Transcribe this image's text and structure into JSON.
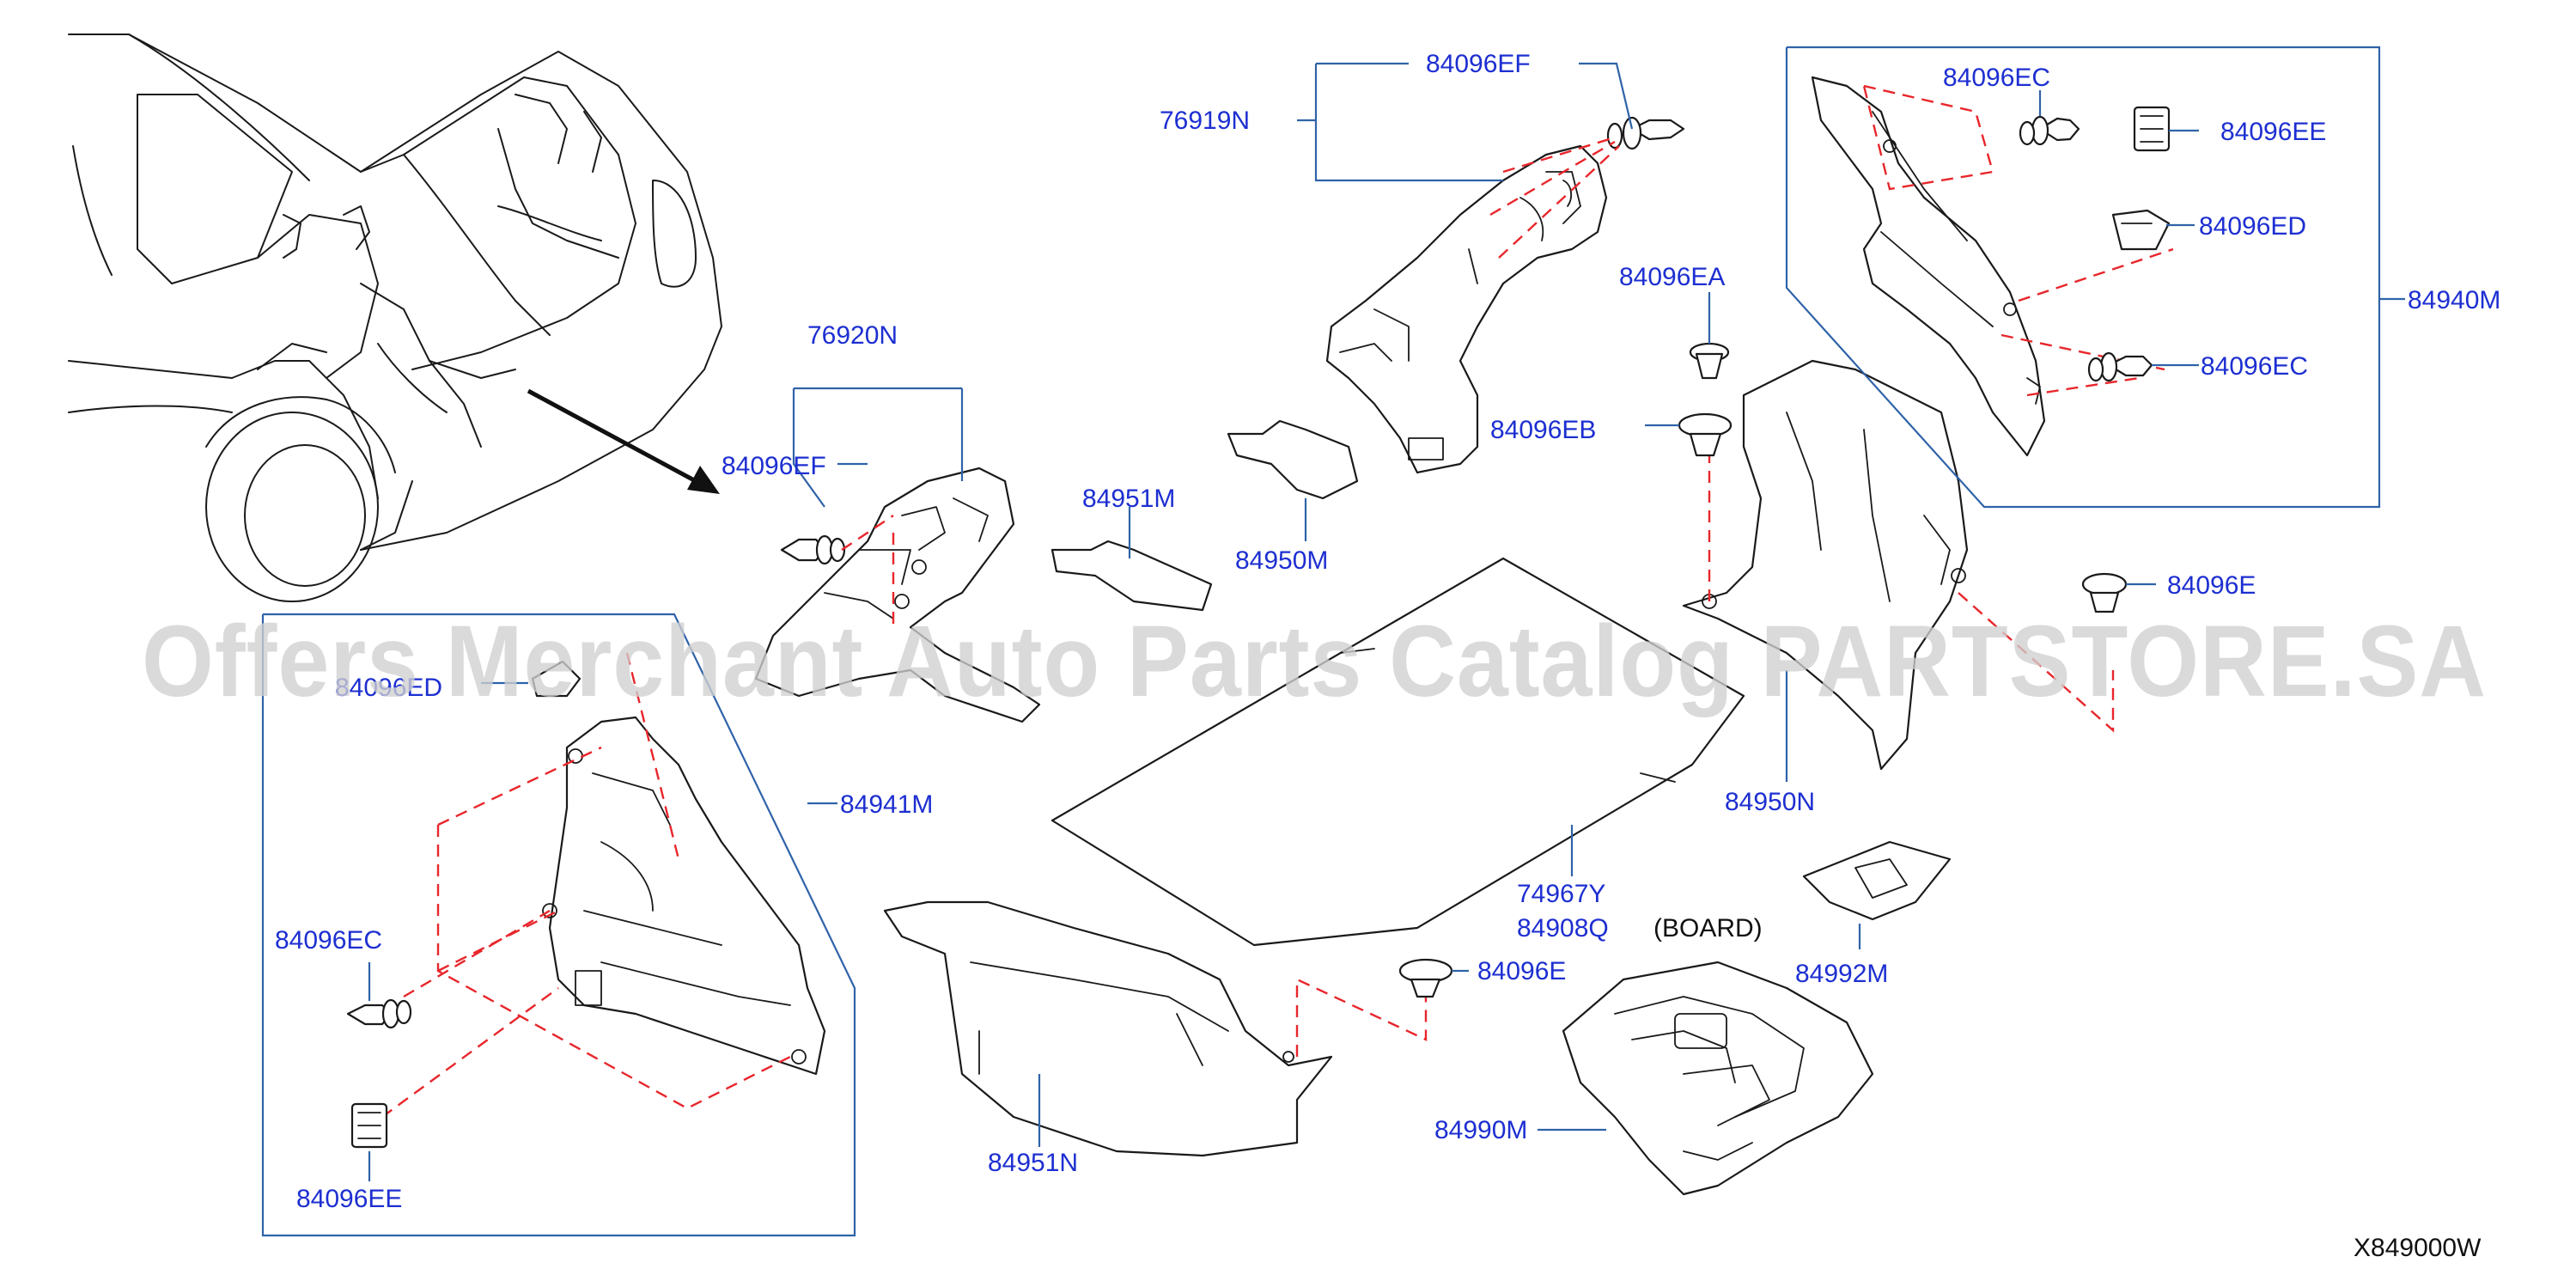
{
  "labels": {
    "p76919N": "76919N",
    "p84096EF_top": "84096EF",
    "p76920N": "76920N",
    "p84096EF_left": "84096EF",
    "p84951M": "84951M",
    "p84950M": "84950M",
    "p84096EB": "84096EB",
    "p84096EA": "84096EA",
    "p84096EC_top": "84096EC",
    "p84096EE_top": "84096EE",
    "p84096ED_right": "84096ED",
    "p84096EC_right": "84096EC",
    "p84940M": "84940M",
    "p84096E_right": "84096E",
    "p84950N": "84950N",
    "p84096ED_left": "84096ED",
    "p84941M": "84941M",
    "p84096EC_left": "84096EC",
    "p84096EE_left": "84096EE",
    "p74967Y": "74967Y",
    "p84908Q": "84908Q",
    "board": "(BOARD)",
    "p84992M": "84992M",
    "p84096E_mid": "84096E",
    "p84990M": "84990M",
    "p84951N": "84951N"
  },
  "diagram_code": "X849000W",
  "watermark": "Offers Merchant Auto Parts Catalog PARTSTORE.SA",
  "colors": {
    "label": "#1d2fd1",
    "leader": "#2f63a8",
    "dashed_line": "#e8262b",
    "outline": "#1a1a1a",
    "watermark": "#cfcfcf"
  }
}
